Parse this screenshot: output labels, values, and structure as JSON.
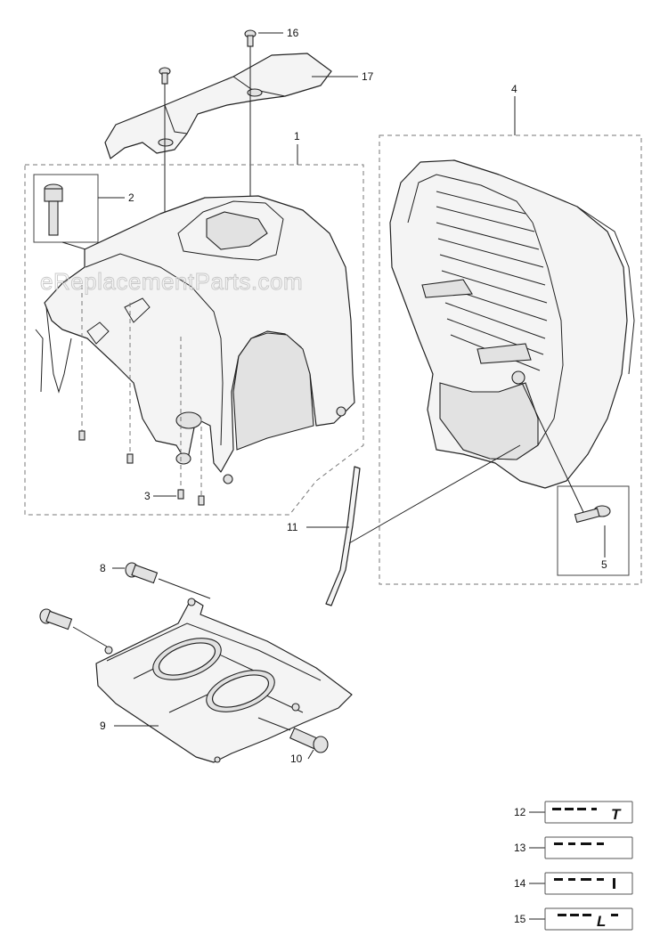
{
  "watermark": "eReplacementParts.com",
  "callouts": {
    "c1": "1",
    "c2": "2",
    "c3": "3",
    "c4": "4",
    "c5": "5",
    "c8": "8",
    "c9": "9",
    "c10": "10",
    "c11": "11",
    "c12": "12",
    "c13": "13",
    "c14": "14",
    "c15": "15",
    "c16": "16",
    "c17": "17"
  },
  "decals": {
    "d12": "T",
    "d15": "L"
  },
  "colors": {
    "line": "#222222",
    "part_fill": "#f4f4f4",
    "watermark": "#c8c8c8"
  }
}
